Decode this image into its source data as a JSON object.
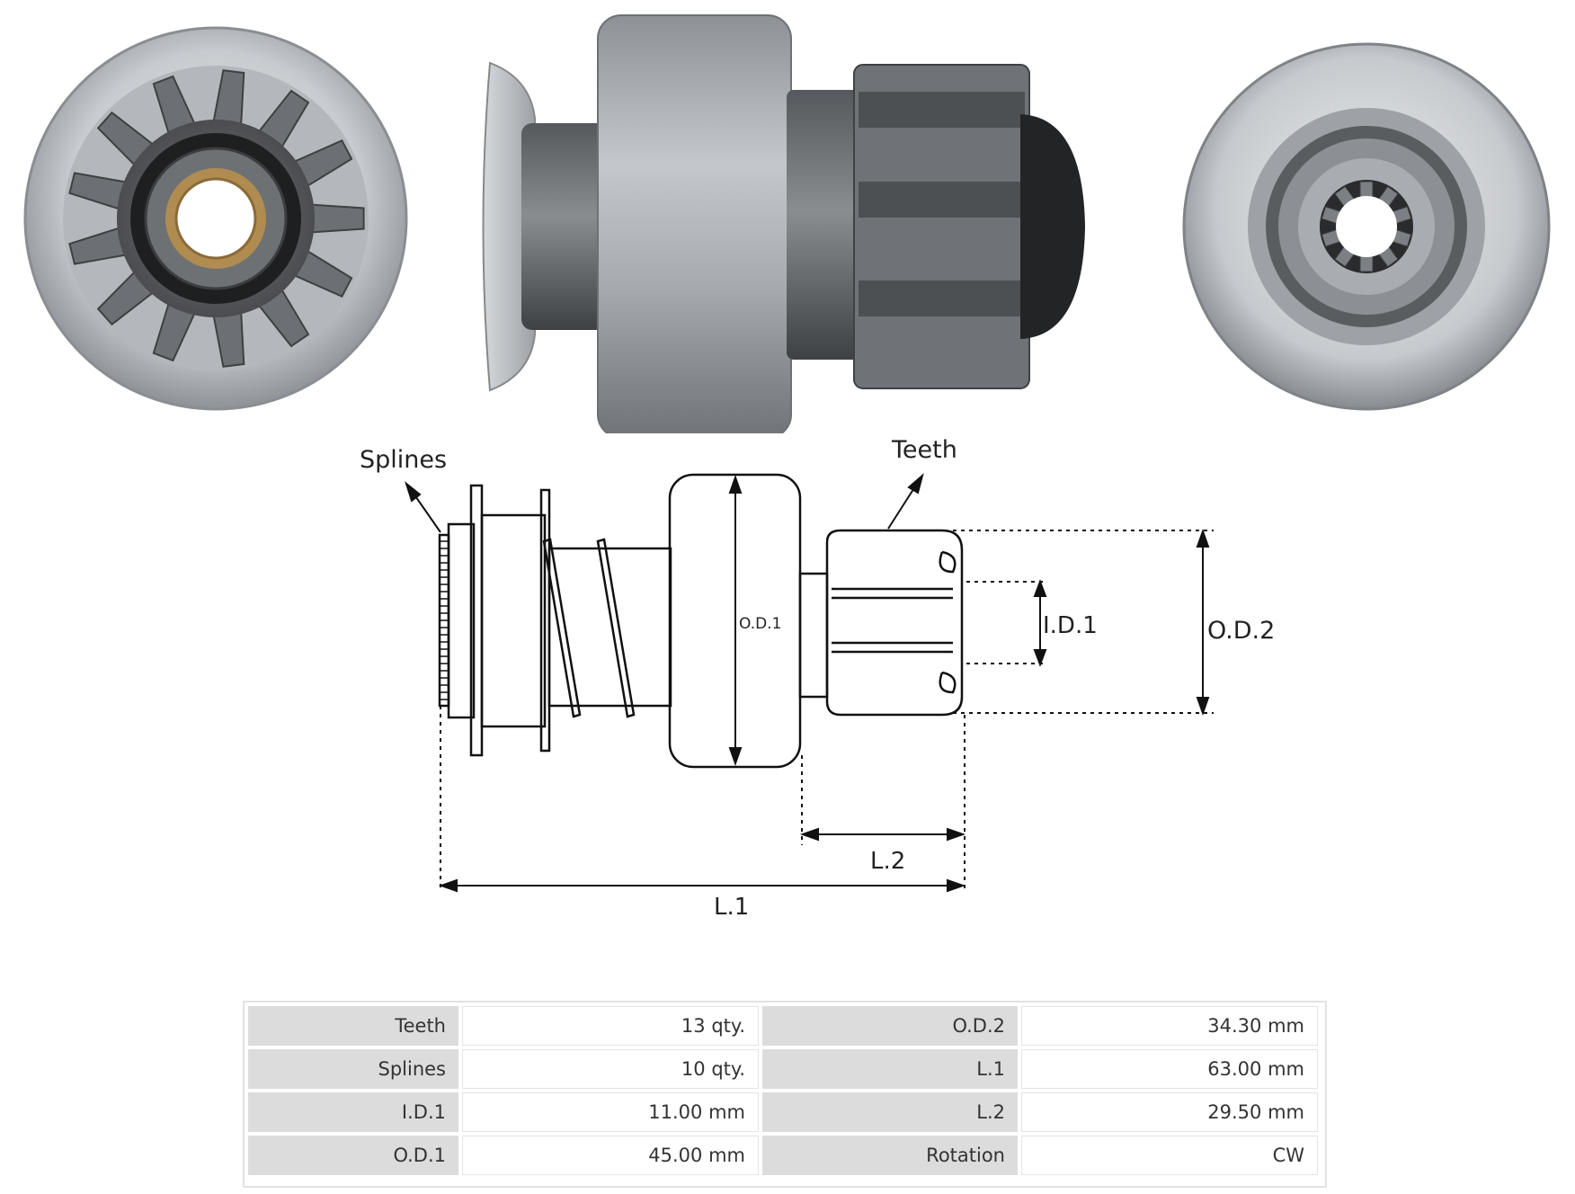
{
  "photos": {
    "left_view": "pinion-end-view",
    "center_view": "drive-side-view",
    "right_view": "splined-end-view"
  },
  "diagram": {
    "labels": {
      "splines": "Splines",
      "teeth": "Teeth",
      "od1": "O.D.1",
      "id1": "I.D.1",
      "od2": "O.D.2",
      "l1": "L.1",
      "l2": "L.2"
    }
  },
  "specs": {
    "rows": [
      {
        "k1": "Teeth",
        "v1": "13 qty.",
        "k2": "O.D.2",
        "v2": "34.30 mm"
      },
      {
        "k1": "Splines",
        "v1": "10 qty.",
        "k2": "L.1",
        "v2": "63.00 mm"
      },
      {
        "k1": "I.D.1",
        "v1": "11.00 mm",
        "k2": "L.2",
        "v2": "29.50 mm"
      },
      {
        "k1": "O.D.1",
        "v1": "45.00 mm",
        "k2": "Rotation",
        "v2": "CW"
      }
    ]
  },
  "colors": {
    "metal_light": "#c9ccd0",
    "metal_dark": "#55585c",
    "brass": "#a8844a",
    "line": "#111111"
  }
}
